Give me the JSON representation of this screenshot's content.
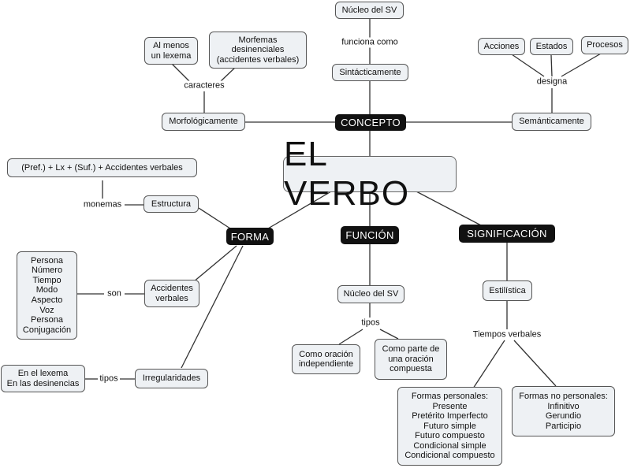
{
  "central": "EL VERBO",
  "branches": {
    "concepto": "CONCEPTO",
    "forma": "FORMA",
    "funcion": "FUNCIÓN",
    "significacion": "SIGNIFICACIÓN"
  },
  "concepto": {
    "nucleo_sv": "Núcleo del SV",
    "funciona_como": "funciona como",
    "sintacticamente": "Sintácticamente",
    "morfologicamente": "Morfológicamente",
    "caracteres": "caracteres",
    "al_menos_lexema": [
      "Al menos",
      "un lexema"
    ],
    "morfemas": [
      "Morfemas",
      "desinenciales",
      "(accidentes verbales)"
    ],
    "semanticamente": "Semánticamente",
    "designa": "designa",
    "acciones": "Acciones",
    "estados": "Estados",
    "procesos": "Procesos"
  },
  "forma": {
    "formula": "(Pref.) + Lx + (Suf.) + Accidentes verbales",
    "monemas": "monemas",
    "estructura": "Estructura",
    "accidentes_verbales": [
      "Accidentes",
      "verbales"
    ],
    "son": "son",
    "accidentes_list": [
      "Persona",
      "Número",
      "Tiempo",
      "Modo",
      "Aspecto",
      "Voz",
      "Persona",
      "Conjugación"
    ],
    "irregularidades": "Irregularidades",
    "tipos": "tipos",
    "irregularidades_list": [
      "En el lexema",
      "En las desinencias"
    ]
  },
  "funcion": {
    "nucleo_sv": "Núcleo del SV",
    "tipos": "tipos",
    "como_oracion_independiente": [
      "Como oración",
      "independiente"
    ],
    "como_parte_oracion": [
      "Como parte de",
      "una oración",
      "compuesta"
    ]
  },
  "significacion": {
    "estilistica": "Estilística",
    "tiempos_verbales": "Tiempos verbales",
    "formas_personales": [
      "Formas personales:",
      "Presente",
      "Pretérito Imperfecto",
      "Futuro simple",
      "Futuro compuesto",
      "Condicional simple",
      "Condicional compuesto"
    ],
    "formas_no_personales": [
      "Formas no personales:",
      "Infinitivo",
      "Gerundio",
      "Participio"
    ]
  },
  "colors": {
    "node_fill": "#eef1f4",
    "node_border": "#555555",
    "dark_fill": "#111111",
    "line": "#333333"
  }
}
